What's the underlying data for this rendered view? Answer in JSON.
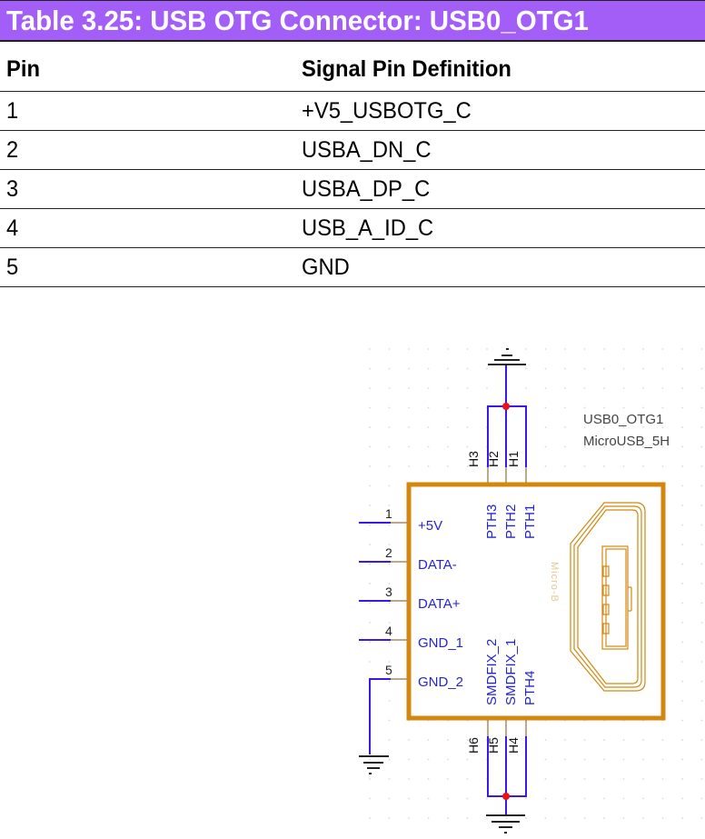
{
  "table": {
    "title": "Table 3.25: USB OTG Connector: USB0_OTG1",
    "header_color": "#A35EF7",
    "columns": [
      "Pin",
      "Signal Pin Definition"
    ],
    "rows": [
      {
        "pin": "1",
        "signal": "+V5_USBOTG_C"
      },
      {
        "pin": "2",
        "signal": "USBA_DN_C"
      },
      {
        "pin": "3",
        "signal": "USBA_DP_C"
      },
      {
        "pin": "4",
        "signal": "USB_A_ID_C"
      },
      {
        "pin": "5",
        "signal": "GND"
      }
    ]
  },
  "schematic": {
    "ref_designator": "USB0_OTG1",
    "part_name": "MicroUSB_5H",
    "body_label": "Micro-B",
    "colors": {
      "body": "#D4870F",
      "wire": "#3B17E8",
      "pin_text": "#2323D8",
      "junction": "#F01010",
      "grid_dot": "#C9DDF0"
    },
    "left_pins": [
      {
        "number": "1",
        "name": "+5V"
      },
      {
        "number": "2",
        "name": "DATA-"
      },
      {
        "number": "3",
        "name": "DATA+"
      },
      {
        "number": "4",
        "name": "GND_1"
      },
      {
        "number": "5",
        "name": "GND_2"
      }
    ],
    "top_pins": [
      {
        "number": "H3",
        "name": "PTH3"
      },
      {
        "number": "H2",
        "name": "PTH2"
      },
      {
        "number": "H1",
        "name": "PTH1"
      }
    ],
    "bottom_pins": [
      {
        "number": "H6",
        "name": "SMDFIX_2"
      },
      {
        "number": "H5",
        "name": "SMDFIX_1"
      },
      {
        "number": "H4",
        "name": "PTH4"
      }
    ],
    "ground_symbols": [
      "ground-top",
      "ground-left",
      "ground-bottom"
    ]
  }
}
